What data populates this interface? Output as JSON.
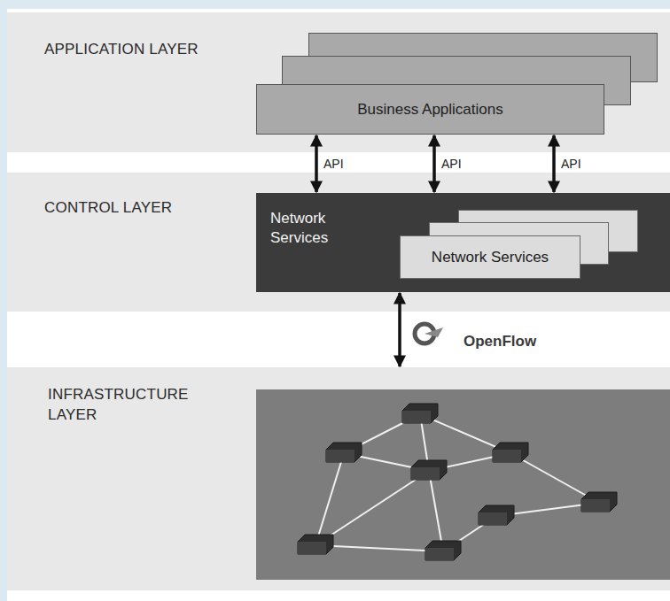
{
  "diagram": {
    "nodes": [
      {
        "text": [
          "APPLICATION LAYER"
        ]
      },
      {
        "text": [
          "Business Applications"
        ],
        "in": 0
      },
      {
        "text": [
          "CONTROL LAYER"
        ]
      },
      {
        "text": [
          "Network Services"
        ],
        "in": 2
      },
      {
        "text": [
          "Network Services"
        ],
        "in": 3
      },
      {
        "text": [
          "INFRASTRUCTURE LAYER"
        ]
      }
    ],
    "edges": [
      {
        "from": 1,
        "to": 3,
        "arrow": "both",
        "label": "API"
      },
      {
        "from": 1,
        "to": 3,
        "arrow": "both",
        "label": "API"
      },
      {
        "from": 1,
        "to": 3,
        "arrow": "both",
        "label": "API"
      },
      {
        "from": 3,
        "to": 5,
        "arrow": "both",
        "label": "OpenFlow"
      }
    ]
  }
}
